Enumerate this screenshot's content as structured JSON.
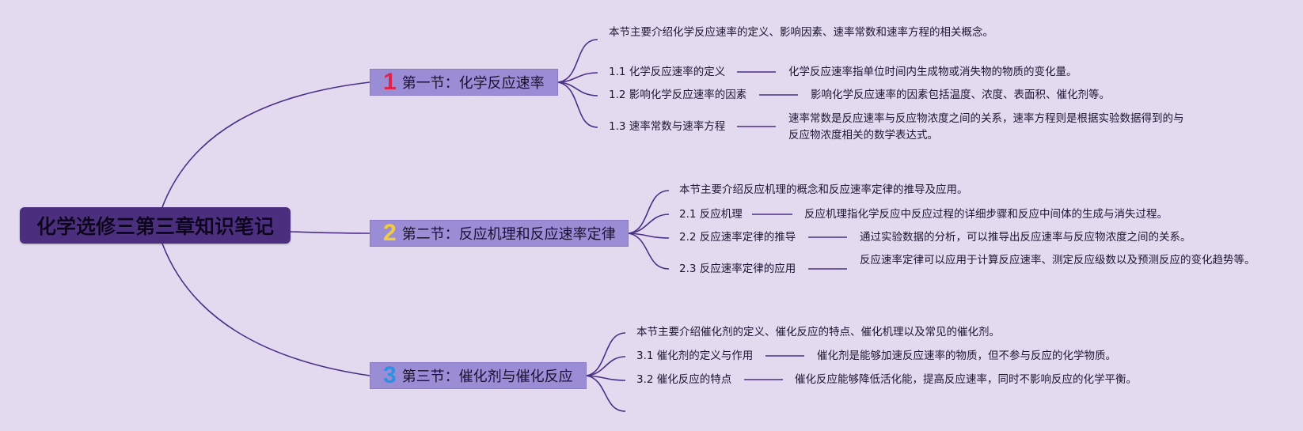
{
  "root": {
    "title": "化学选修三第三章知识笔记"
  },
  "colors": {
    "line": "#4a2f86",
    "badge1": "#e0234b",
    "badge2": "#f2cc3b",
    "badge3": "#2f8fe0"
  },
  "sections": [
    {
      "number": "1",
      "title": "第一节：化学反应速率",
      "intro": "本节主要介绍化学反应速率的定义、影响因素、速率常数和速率方程的相关概念。",
      "items": [
        {
          "label": "1.1 化学反应速率的定义",
          "desc": "化学反应速率指单位时间内生成物或消失物的物质的变化量。"
        },
        {
          "label": "1.2 影响化学反应速率的因素",
          "desc": "影响化学反应速率的因素包括温度、浓度、表面积、催化剂等。"
        },
        {
          "label": "1.3 速率常数与速率方程",
          "desc": "速率常数是反应速率与反应物浓度之间的关系，速率方程则是根据实验数据得到的与反应物浓度相关的数学表达式。"
        }
      ]
    },
    {
      "number": "2",
      "title": "第二节：反应机理和反应速率定律",
      "intro": "本节主要介绍反应机理的概念和反应速率定律的推导及应用。",
      "items": [
        {
          "label": "2.1 反应机理",
          "desc": "反应机理指化学反应中反应过程的详细步骤和反应中间体的生成与消失过程。"
        },
        {
          "label": "2.2 反应速率定律的推导",
          "desc": "通过实验数据的分析，可以推导出反应速率与反应物浓度之间的关系。"
        },
        {
          "label": "2.3 反应速率定律的应用",
          "desc": "反应速率定律可以应用于计算反应速率、测定反应级数以及预测反应的变化趋势等。"
        }
      ]
    },
    {
      "number": "3",
      "title": "第三节：催化剂与催化反应",
      "intro": "本节主要介绍催化剂的定义、催化反应的特点、催化机理以及常见的催化剂。",
      "items": [
        {
          "label": "3.1 催化剂的定义与作用",
          "desc": "催化剂是能够加速反应速率的物质，但不参与反应的化学物质。"
        },
        {
          "label": "3.2 催化反应的特点",
          "desc": "催化反应能够降低活化能，提高反应速率，同时不影响反应的化学平衡。"
        }
      ]
    }
  ]
}
